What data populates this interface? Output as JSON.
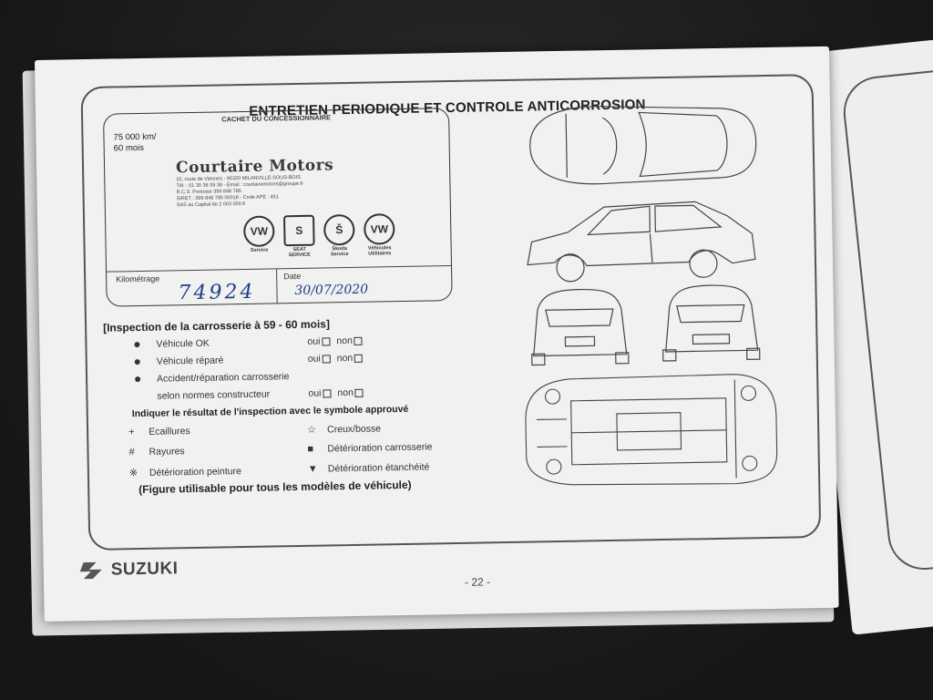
{
  "page": {
    "title": "ENTRETIEN PERIODIQUE ET CONTROLE ANTICORROSION",
    "page_number": "- 22 -",
    "brand": "SUZUKI"
  },
  "dealer_box": {
    "caption": "CACHET DU CONCESSIONNAIRE",
    "interval_line1": "75 000 km/",
    "interval_line2": "60 mois",
    "stamp": {
      "name": "Courtaire Motors",
      "lines": [
        "10, route de Viennes - 95320 MILANVILLE-SOUS-BOIS",
        "Tél. : 01 30 36 09 38 - Email : courtairemotors@groupe.fr",
        "R.C.S. Pontoise 399 848 785",
        "SIRET : 399 848 785 00018 - Code APE : 451",
        "SAS au Capital de 2 003 000 €"
      ],
      "logos": [
        {
          "mark": "VW",
          "label": "Service"
        },
        {
          "mark": "S",
          "label": "SEAT SERVICE"
        },
        {
          "mark": "Š",
          "label": "Škoda Service"
        },
        {
          "mark": "VW",
          "label": "Véhicules Utilitaires"
        }
      ]
    },
    "mileage_label": "Kilométrage",
    "mileage_value": "74924",
    "date_label": "Date",
    "date_value": "30/07/2020"
  },
  "inspection": {
    "title": "[Inspection de la carrosserie à 59 - 60 mois]",
    "yes": "oui",
    "no": "non",
    "items": [
      {
        "label": "Véhicule OK"
      },
      {
        "label": "Véhicule réparé"
      },
      {
        "label": "Accident/réparation carrosserie"
      },
      {
        "label": "selon normes constructeur"
      }
    ],
    "instruction": "Indiquer le résultat de l'inspection avec le symbole approuvé",
    "symbols": [
      {
        "glyph": "+",
        "label": "Ecaillures"
      },
      {
        "glyph": "☆",
        "label": "Creux/bosse"
      },
      {
        "glyph": "#",
        "label": "Rayures"
      },
      {
        "glyph": "■",
        "label": "Détérioration carrosserie"
      },
      {
        "glyph": "※",
        "label": "Détérioration peinture"
      },
      {
        "glyph": "▼",
        "label": "Détérioration étanchéité"
      }
    ],
    "figure_note": "(Figure utilisable pour tous les modèles de véhicule)"
  },
  "colors": {
    "paper": "#f1f1ef",
    "ink": "#333333",
    "handwriting": "#1f3d8c"
  }
}
